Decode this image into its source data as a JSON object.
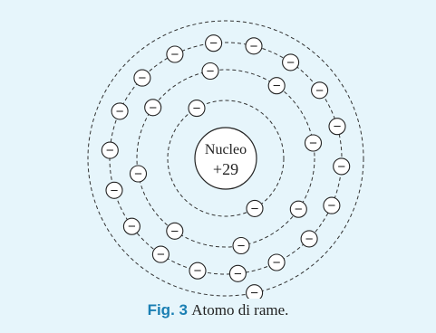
{
  "figure": {
    "background_color": "#e6f5fb",
    "nucleus": {
      "label": "Nucleo",
      "charge": "+29"
    },
    "shells": [
      {
        "electrons": 2
      },
      {
        "electrons": 8
      },
      {
        "electrons": 18
      },
      {
        "electrons": 1
      }
    ],
    "electron_symbol": "−",
    "caption": {
      "label": "Fig. 3",
      "text": "Atomo di rame.",
      "label_color": "#1a7fb3"
    }
  }
}
